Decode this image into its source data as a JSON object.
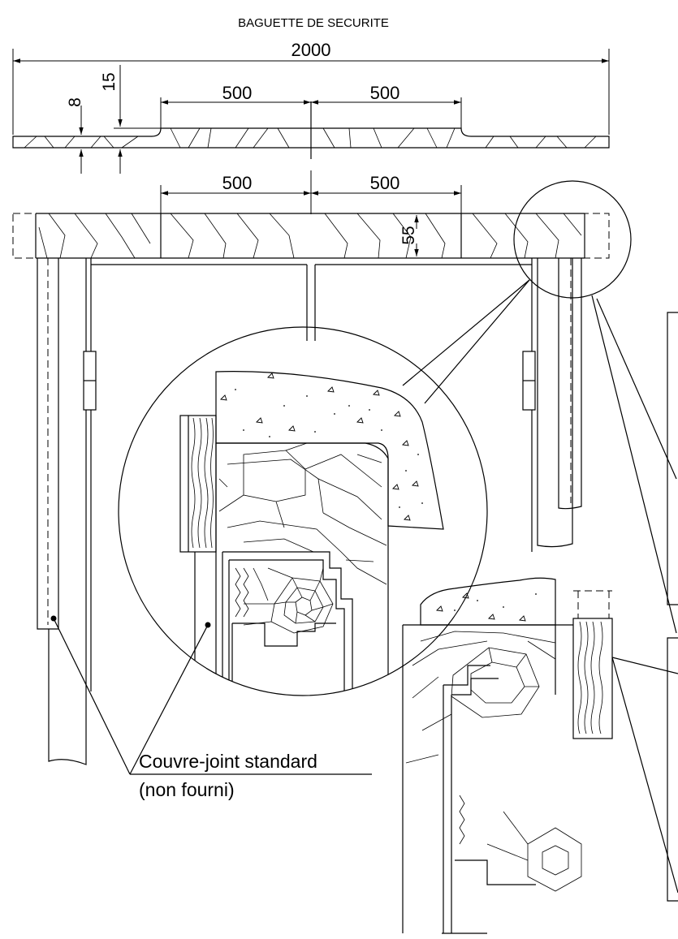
{
  "title": "BAGUETTE DE SECURITE",
  "dimensions": {
    "overall_length": "2000",
    "thickness_thin": "8",
    "thickness_thick": "15",
    "top_left_span": "500",
    "top_right_span": "500",
    "lintel_left_span": "500",
    "lintel_right_span": "500",
    "lintel_height": "55"
  },
  "labels": {
    "cover_joint_line1": "Couvre-joint standard",
    "cover_joint_line2": "(non fourni)"
  },
  "colors": {
    "stroke": "#000000",
    "background": "#ffffff"
  }
}
